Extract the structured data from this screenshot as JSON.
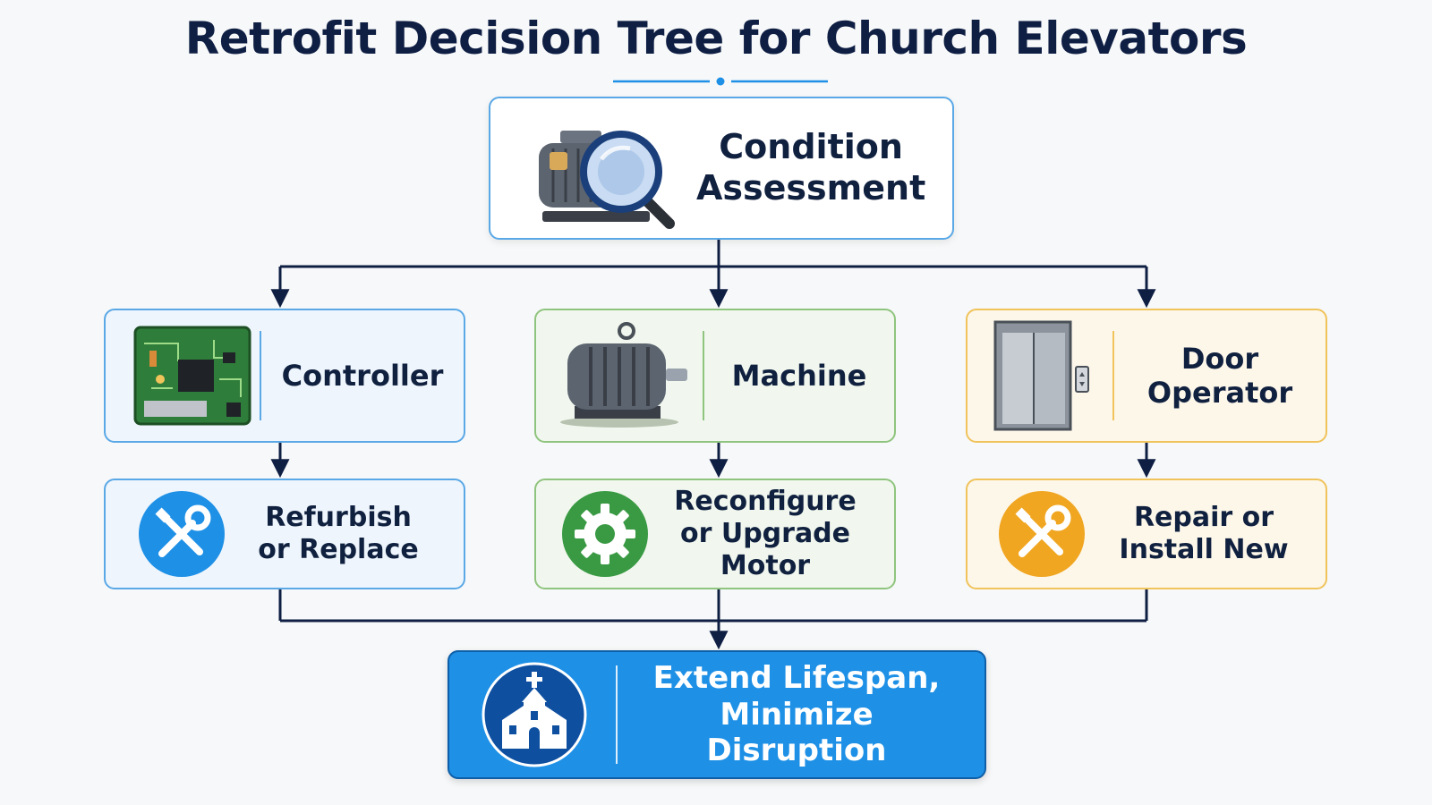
{
  "title": "Retrofit Decision Tree for Church Elevators",
  "root": {
    "label": "Condition Assessment",
    "icon": "magnifier-motor-icon"
  },
  "components": [
    {
      "label": "Controller",
      "icon": "circuit-board-icon",
      "color": "#5aa8e6"
    },
    {
      "label": "Machine",
      "icon": "electric-motor-icon",
      "color": "#8fc47e"
    },
    {
      "label": "Door Operator",
      "icon": "elevator-door-icon",
      "color": "#f0c35b"
    }
  ],
  "actions": [
    {
      "label": "Refurbish or Replace",
      "icon": "wrench-screwdriver-icon",
      "color": "#1e90e6"
    },
    {
      "label": "Reconfigure or Upgrade Motor",
      "icon": "gear-icon",
      "color": "#3a9a44"
    },
    {
      "label": "Repair or Install New",
      "icon": "wrench-screwdriver-icon",
      "color": "#f0a621"
    }
  ],
  "goal": {
    "label": "Extend Lifespan, Minimize Disruption",
    "icon": "church-icon",
    "color": "#1e90e6"
  },
  "colors": {
    "title": "#0f1f44",
    "connector": "#0f1f44",
    "accent": "#1e90e6"
  }
}
